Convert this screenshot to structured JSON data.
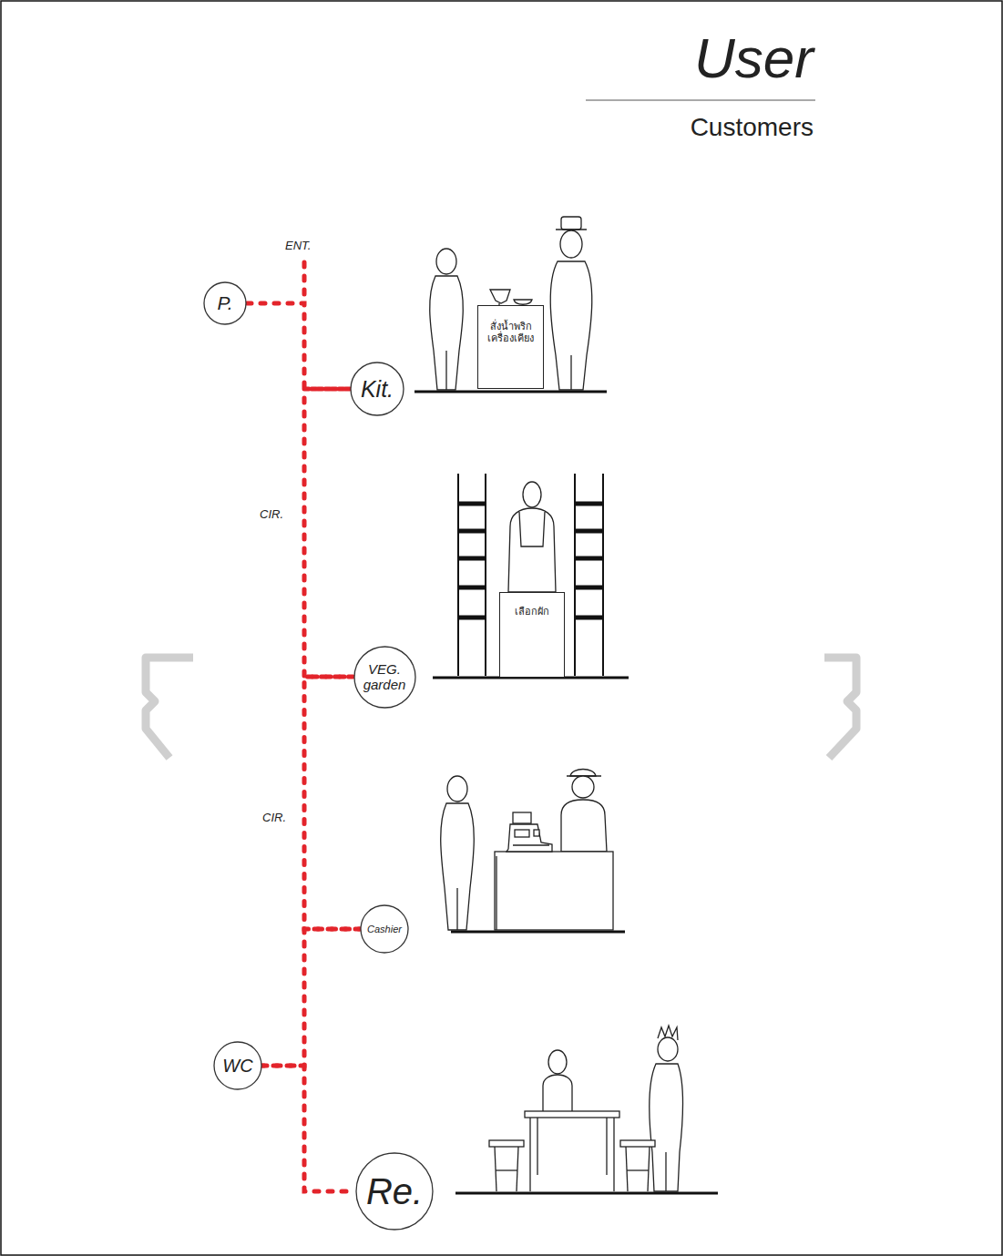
{
  "diagram": {
    "title": "User",
    "nodes": [
      {
        "text": [
          "P."
        ]
      },
      {
        "text": [
          "สั่งน้ำพริก เครื่องเคียง"
        ]
      },
      {
        "text": [
          "Kit."
        ]
      },
      {
        "text": [
          "เลือกผัก"
        ]
      },
      {
        "text": [
          "VEG. garden"
        ]
      },
      {
        "text": [
          "Cashier"
        ]
      },
      {
        "text": [
          "WC"
        ]
      },
      {
        "text": [
          "Re."
        ]
      }
    ],
    "edges": [
      {
        "from": 0,
        "to": 2,
        "arrow": "none"
      },
      {
        "from": 2,
        "to": 4,
        "label": "CIR.",
        "arrow": "none"
      },
      {
        "from": 4,
        "to": 5,
        "label": "CIR.",
        "arrow": "none"
      },
      {
        "from": 5,
        "to": 6,
        "arrow": "none"
      },
      {
        "from": 6,
        "to": 7,
        "arrow": "none"
      }
    ],
    "labels": [
      "Customers",
      "ENT."
    ]
  }
}
